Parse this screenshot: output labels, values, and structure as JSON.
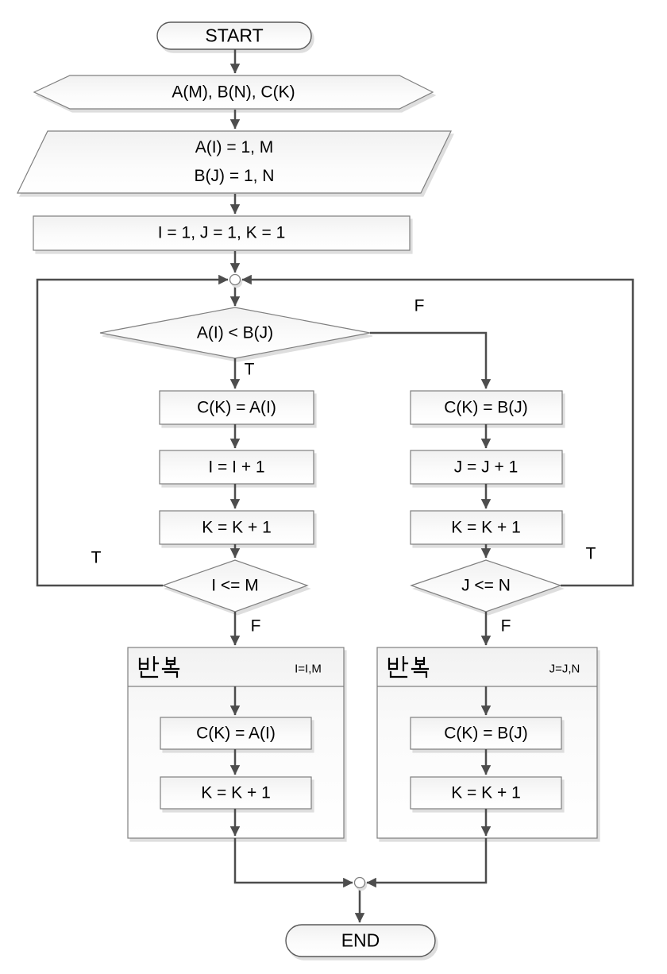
{
  "diagram": {
    "start": {
      "label": "START"
    },
    "declare": {
      "label": "A(M), B(N), C(K)"
    },
    "input": {
      "line1": "A(I) = 1, M",
      "line2": "B(J) = 1, N"
    },
    "init": {
      "label": "I = 1, J = 1, K = 1"
    },
    "main_decision": {
      "label": "A(I) < B(J)"
    },
    "left_branch": {
      "assign": "C(K) = A(I)",
      "increment": "I = I + 1",
      "increment_k": "K = K + 1",
      "decision": "I <= M"
    },
    "right_branch": {
      "assign": "C(K) = B(J)",
      "increment": "J = J + 1",
      "increment_k": "K = K + 1",
      "decision": "J <= N"
    },
    "left_loop": {
      "keyword": "반복",
      "range": "I=I,M",
      "assign": "C(K) = A(I)",
      "increment_k": "K = K + 1"
    },
    "right_loop": {
      "keyword": "반복",
      "range": "J=J,N",
      "assign": "C(K) = B(J)",
      "increment_k": "K = K + 1"
    },
    "end": {
      "label": "END"
    },
    "edge_labels": {
      "t": "T",
      "f": "F"
    }
  },
  "colors": {
    "connector": "#4d4d4d",
    "shape_border": "#7f7f7f",
    "terminator_border": "#595959",
    "shape_fill_top": "#f1f1f1",
    "shape_fill_bottom": "#ffffff",
    "shadow": "#dedede",
    "text": "#000000"
  }
}
